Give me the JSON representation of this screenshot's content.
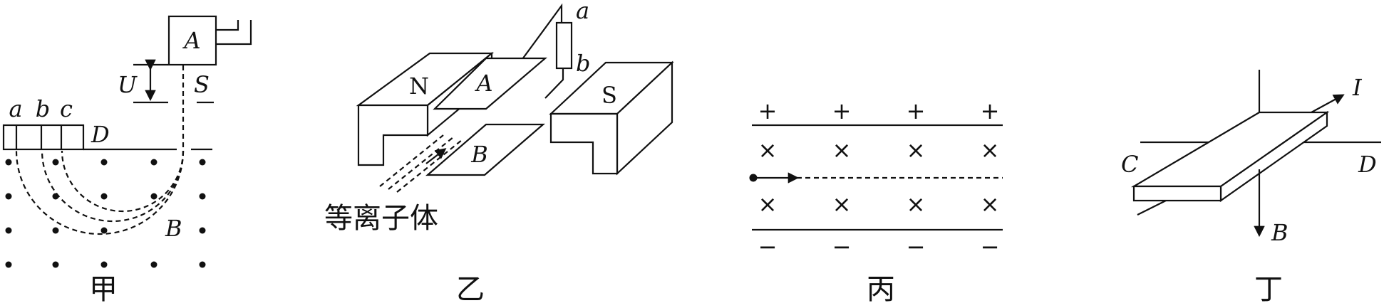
{
  "fig_jia": {
    "caption": "甲",
    "box_label": "A",
    "voltage_label": "U",
    "slit_label": "S",
    "plate_label": "D",
    "field_label": "B",
    "point_labels": [
      "a",
      "b",
      "c"
    ]
  },
  "fig_yi": {
    "caption": "乙",
    "north_label": "N",
    "south_label": "S",
    "plate_a_label": "A",
    "plate_b_label": "B",
    "terminal_a": "a",
    "terminal_b": "b",
    "plasma_label": "等离子体"
  },
  "fig_bing": {
    "caption": "丙",
    "plus_sign": "+",
    "minus_sign": "−",
    "cross_sign": "×"
  },
  "fig_ding": {
    "caption": "丁",
    "current_label": "I",
    "field_label": "B",
    "left_label": "C",
    "right_label": "D"
  }
}
